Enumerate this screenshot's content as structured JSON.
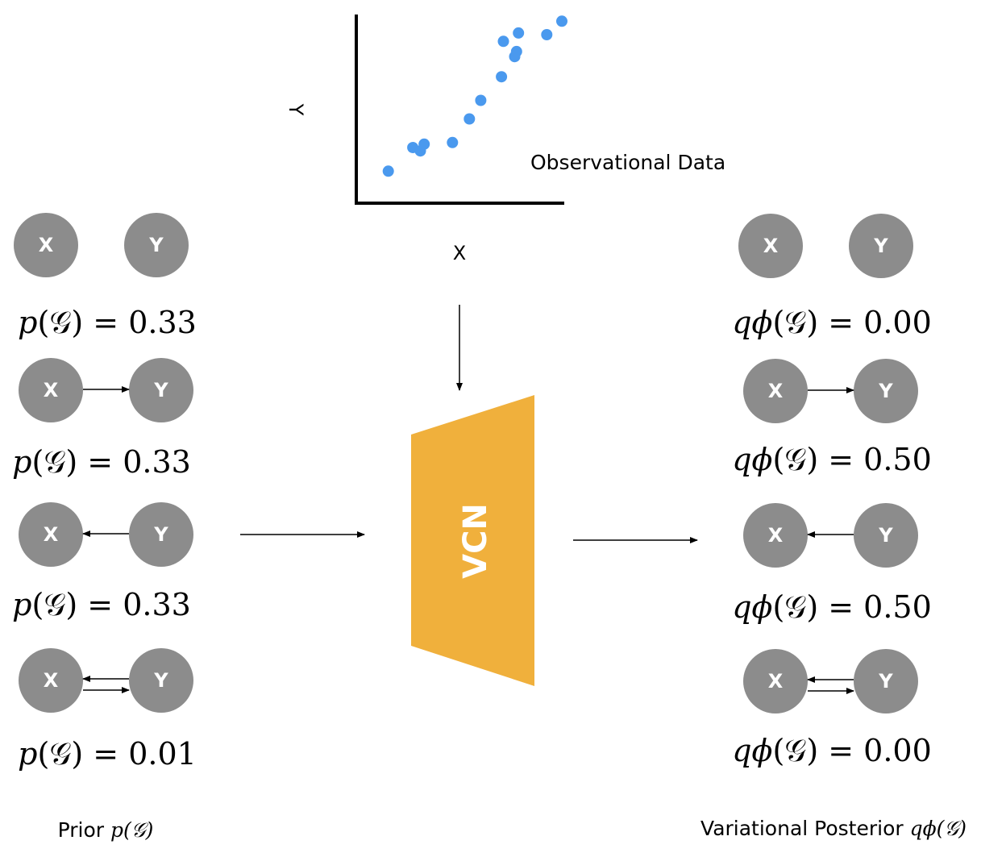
{
  "colors": {
    "node_fill": "#8c8c8c",
    "node_label": "#ffffff",
    "point": "#4a99ee",
    "vcn_fill": "#f0b03c",
    "line": "#000000"
  },
  "scatter": {
    "x_label": "X",
    "y_label": "Y",
    "caption": "Observational Data",
    "points": [
      {
        "x": 0.08,
        "y": 0.08
      },
      {
        "x": 0.21,
        "y": 0.22
      },
      {
        "x": 0.25,
        "y": 0.2
      },
      {
        "x": 0.27,
        "y": 0.24
      },
      {
        "x": 0.42,
        "y": 0.25
      },
      {
        "x": 0.51,
        "y": 0.39
      },
      {
        "x": 0.57,
        "y": 0.5
      },
      {
        "x": 0.68,
        "y": 0.64
      },
      {
        "x": 0.69,
        "y": 0.85
      },
      {
        "x": 0.75,
        "y": 0.76
      },
      {
        "x": 0.76,
        "y": 0.79
      },
      {
        "x": 0.77,
        "y": 0.9
      },
      {
        "x": 0.92,
        "y": 0.89
      },
      {
        "x": 1.0,
        "y": 0.97
      }
    ]
  },
  "model": {
    "label": "VCN"
  },
  "node_labels": {
    "x": "X",
    "y": "Y"
  },
  "prior": {
    "caption_text": "Prior ",
    "caption_math": "p(𝒢)",
    "graphs": [
      {
        "edge": "none",
        "prob_fn": "p",
        "prob_value": "0.33"
      },
      {
        "edge": "x_to_y",
        "prob_fn": "p",
        "prob_value": "0.33"
      },
      {
        "edge": "y_to_x",
        "prob_fn": "p",
        "prob_value": "0.33"
      },
      {
        "edge": "both",
        "prob_fn": "p",
        "prob_value": "0.01"
      }
    ]
  },
  "posterior": {
    "caption_text": "Variational Posterior ",
    "caption_math": "qϕ(𝒢)",
    "graphs": [
      {
        "edge": "none",
        "prob_fn": "qϕ",
        "prob_value": "0.00"
      },
      {
        "edge": "x_to_y",
        "prob_fn": "qϕ",
        "prob_value": "0.50"
      },
      {
        "edge": "y_to_x",
        "prob_fn": "qϕ",
        "prob_value": "0.50"
      },
      {
        "edge": "both",
        "prob_fn": "qϕ",
        "prob_value": "0.00"
      }
    ]
  },
  "prob_symbol": "(𝒢) = "
}
